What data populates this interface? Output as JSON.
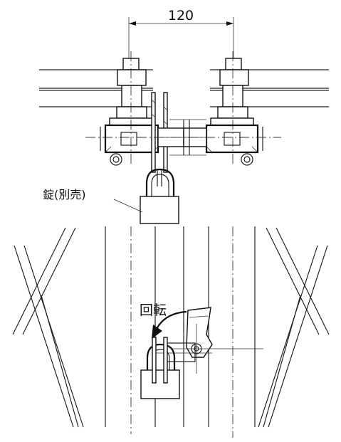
{
  "dimension_label": "120",
  "lock_label": "錠(別売)",
  "rotate_label": "回転"
}
